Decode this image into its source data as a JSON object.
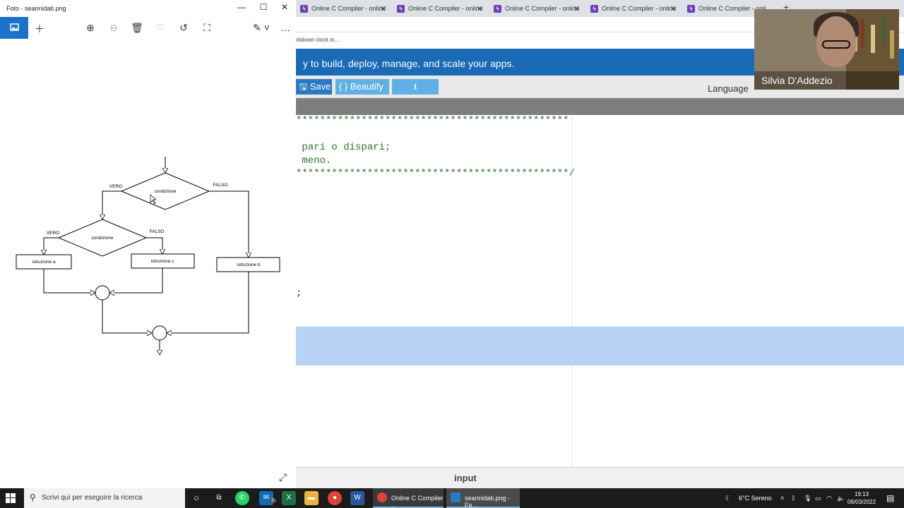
{
  "photos": {
    "title": "Foto - seannidati.png",
    "controls": {
      "minimize": "—",
      "maximize": "☐",
      "close": "✕"
    }
  },
  "flowchart": {
    "top_condition": "condizione",
    "top_true": "VERO",
    "top_false": "FALSO",
    "inner_condition": "condizione",
    "inner_true": "VERO",
    "inner_false": "FALSO",
    "box_a": "istruzione a",
    "box_c": "istruzione c",
    "box_b": "istruzione b"
  },
  "browser": {
    "tabs": [
      "Online C Compiler - online",
      "Online C Compiler - online",
      "Online C Compiler - online",
      "Online C Compiler - online",
      "Online C Compiler - onli"
    ],
    "bookmark": "ntdown clock in...",
    "banner": "y to build, deploy, manage, and scale your apps.",
    "save": "Save",
    "beautify": "{ } Beautify",
    "download": "⭳",
    "language_label": "Language",
    "code_lines": [
      "**********************************************",
      "",
      " pari o dispari;",
      " meno.",
      "**********************************************/"
    ],
    "code_semicolon": ";",
    "input_label": "input"
  },
  "webcam": {
    "name": "Silvia D'Addezio"
  },
  "taskbar": {
    "search_placeholder": "Scrivi qui per eseguire la ricerca",
    "win1": "Online C Compiler ...",
    "win2": "seannidati.png - Fo...",
    "weather": "6°C  Sereno",
    "time": "19:13",
    "date": "06/03/2022",
    "mail_badge": "2"
  },
  "colors": {
    "banner": "#1a6ab5",
    "save_button": "#2a79c5",
    "beautify_button": "#5fb0e4",
    "selection": "#b6d3f6",
    "code_comment": "#287828",
    "photos_accent": "#1a73c8"
  }
}
